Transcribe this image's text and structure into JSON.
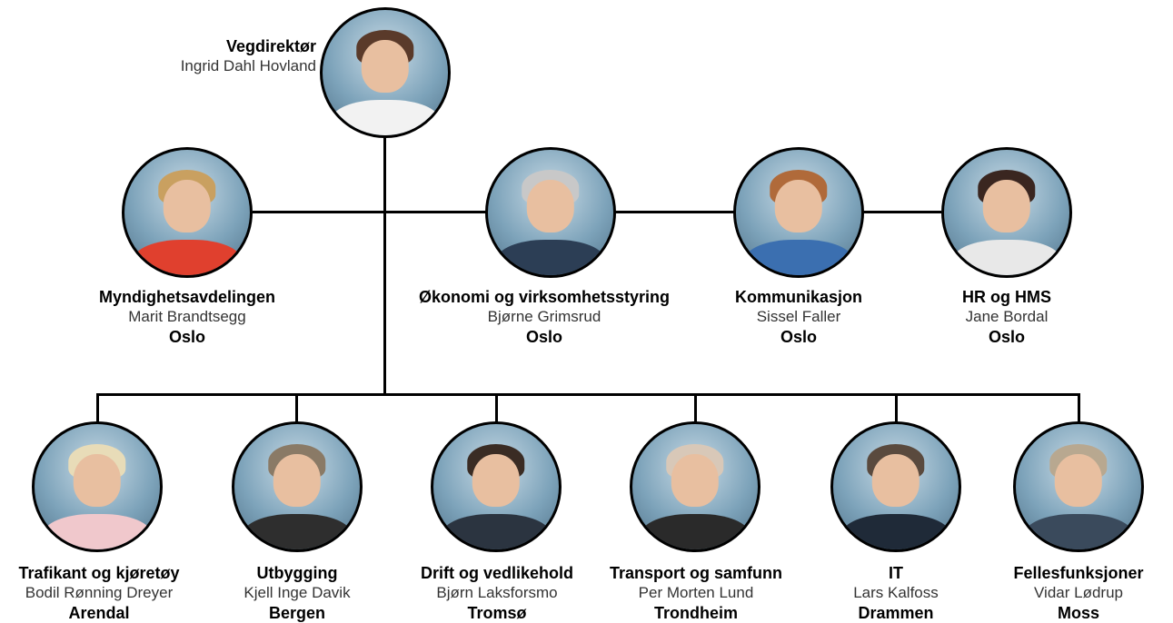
{
  "director": {
    "role": "Vegdirektør",
    "name": "Ingrid Dahl Hovland",
    "hair": "#5a3a2a",
    "body": "#f2f2f2"
  },
  "staff": [
    {
      "role": "Myndighetsavdelingen",
      "name": "Marit Brandtsegg",
      "location": "Oslo",
      "hair": "#c9a060",
      "body": "#e0402e"
    },
    {
      "role": "Økonomi og virksomhetsstyring",
      "name": "Bjørne Grimsrud",
      "location": "Oslo",
      "hair": "#c8c8c8",
      "body": "#2c3e55"
    },
    {
      "role": "Kommunikasjon",
      "name": "Sissel Faller",
      "location": "Oslo",
      "hair": "#b06a3a",
      "body": "#3b6fb0"
    },
    {
      "role": "HR og HMS",
      "name": "Jane Bordal",
      "location": "Oslo",
      "hair": "#3a2620",
      "body": "#e8e8e8"
    }
  ],
  "divisions": [
    {
      "role": "Trafikant og kjøretøy",
      "name": "Bodil Rønning Dreyer",
      "location": "Arendal",
      "hair": "#e8dcb8",
      "body": "#f0c8cc"
    },
    {
      "role": "Utbygging",
      "name": "Kjell Inge Davik",
      "location": "Bergen",
      "hair": "#8a7a66",
      "body": "#2e2e2e"
    },
    {
      "role": "Drift og vedlikehold",
      "name": "Bjørn Laksforsmo",
      "location": "Tromsø",
      "hair": "#3a2c24",
      "body": "#2b3440"
    },
    {
      "role": "Transport og samfunn",
      "name": "Per Morten Lund",
      "location": "Trondheim",
      "hair": "#d8c8b8",
      "body": "#2a2a2a"
    },
    {
      "role": "IT",
      "name": "Lars Kalfoss",
      "location": "Drammen",
      "hair": "#5a4a3e",
      "body": "#1f2a38"
    },
    {
      "role": "Fellesfunksjoner",
      "name": "Vidar Lødrup",
      "location": "Moss",
      "hair": "#b8a890",
      "body": "#3a4a5c"
    }
  ]
}
